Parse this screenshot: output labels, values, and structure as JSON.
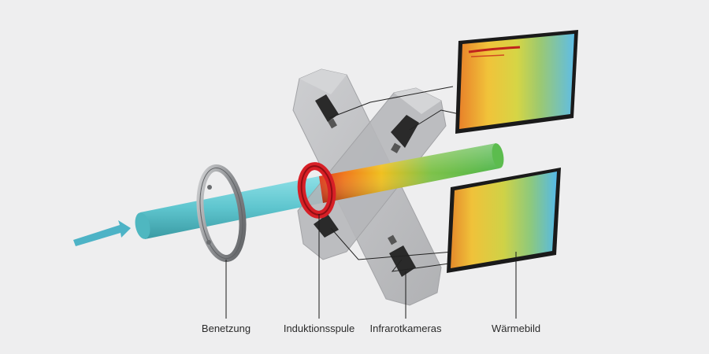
{
  "labels": {
    "wetting": "Benetzung",
    "induction_coil": "Induktionsspule",
    "infrared_cameras": "Infrarotkameras",
    "thermal_image": "Wärmebild"
  },
  "icons": {
    "arrow": "feed-direction-arrow-icon",
    "rod": "steel-rod",
    "ring": "wetting-ring-icon",
    "coil": "induction-coil-icon",
    "camera": "infrared-camera-icon",
    "monitor": "thermal-image-monitor"
  },
  "colors": {
    "background": "#eeeeef",
    "rod": "#5fc6cf",
    "coil": "#d71f26",
    "ring": "#9a9c9f",
    "mount": "#b9babd",
    "camera": "#2a2a2a",
    "arrow": "#4db3c6",
    "hot": "#d8261c",
    "warm": "#f0c020",
    "mid": "#7dc24a",
    "cool": "#60bfe3"
  }
}
